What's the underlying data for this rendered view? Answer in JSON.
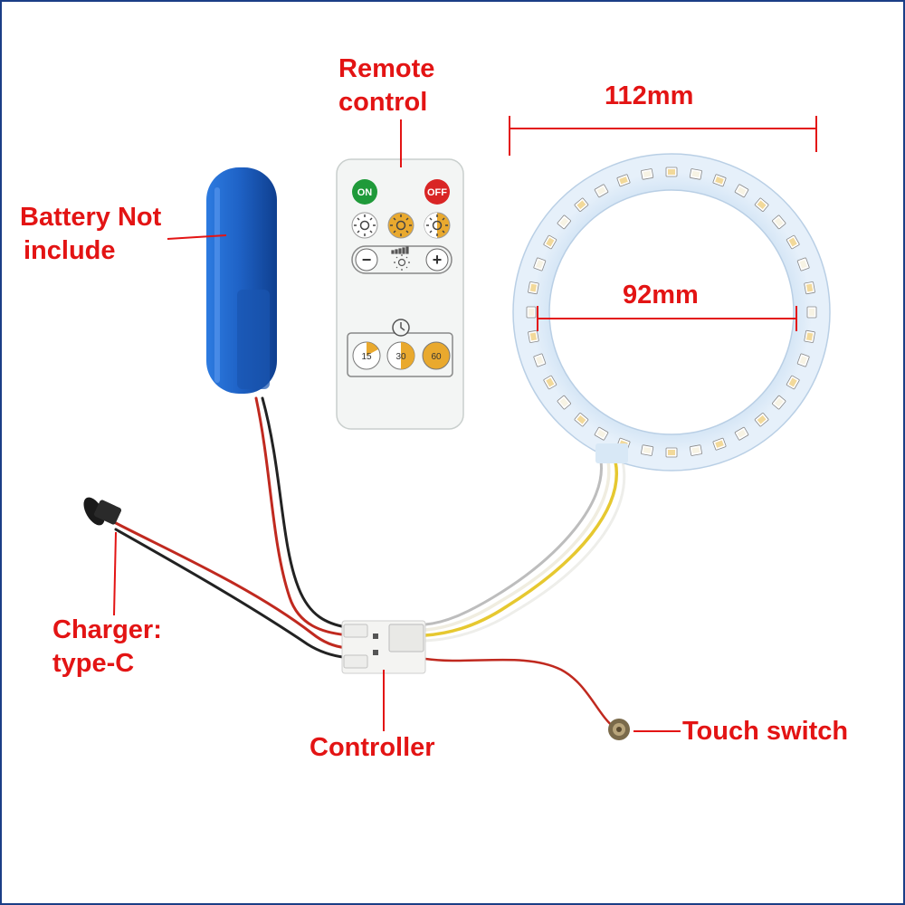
{
  "labels": {
    "remote": [
      "Remote",
      "control"
    ],
    "battery": [
      "Battery Not",
      "include"
    ],
    "charger": [
      "Charger:",
      "type-C"
    ],
    "controller": "Controller",
    "touch": "Touch switch",
    "outer_dim": "112mm",
    "inner_dim": "92mm"
  },
  "remote": {
    "on_label": "ON",
    "off_label": "OFF",
    "minus": "−",
    "plus": "+",
    "timers": [
      "15",
      "30",
      "60"
    ]
  },
  "colors": {
    "annotation": "#e31414",
    "ring": "#d8e8f6",
    "battery": "#1f63c7",
    "on_button": "#1f9a3a",
    "off_button": "#d92525",
    "amber": "#e9a92e"
  },
  "icons": [
    "sun-icon",
    "brightness-icon",
    "clock-icon"
  ]
}
